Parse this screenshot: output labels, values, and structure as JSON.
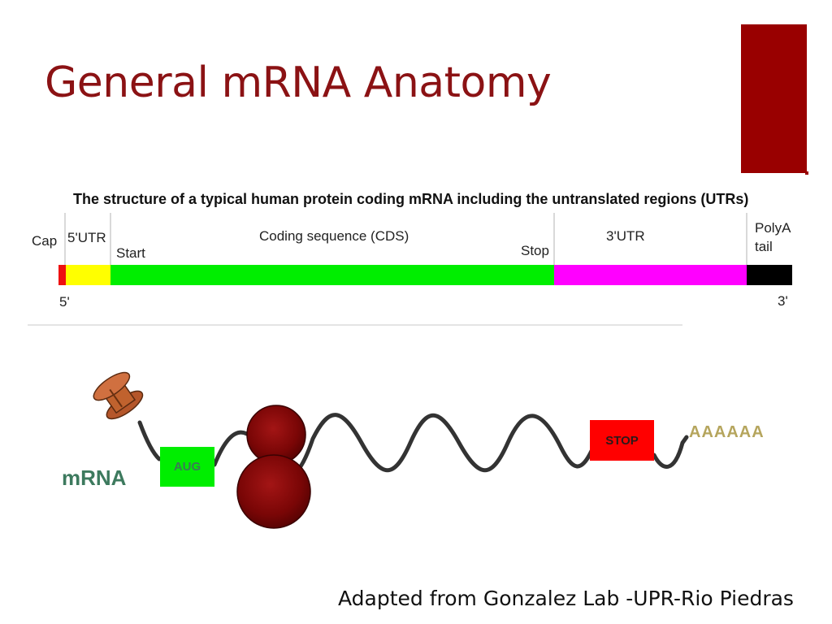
{
  "slide": {
    "title": "General mRNA Anatomy",
    "credit": "Adapted from Gonzalez Lab -UPR-Rio Piedras"
  },
  "structure": {
    "caption": "The structure of a typical human protein coding mRNA including the untranslated regions (UTRs)",
    "segments": [
      {
        "label": "Cap",
        "color": "#ee1111"
      },
      {
        "label": "5'UTR",
        "color": "#ffff00"
      },
      {
        "label": "Coding sequence (CDS)",
        "color": "#00ee00"
      },
      {
        "label": "3'UTR",
        "color": "#ff00ff"
      },
      {
        "label": "PolyA tail",
        "color": "#000000"
      }
    ],
    "start_label": "Start",
    "stop_label": "Stop",
    "polya_line1": "PolyA",
    "polya_line2": "tail",
    "five_prime": "5'",
    "three_prime": "3'"
  },
  "translation": {
    "mrna_label": "mRNA",
    "aug_label": "AUG",
    "stop_label": "STOP",
    "polya_label": "AAAAAA",
    "colors": {
      "cap": "#b5562a",
      "ribosome": "#8b0a0a",
      "strand": "#333333",
      "aug": "#00ee00",
      "stop": "#ff0000"
    }
  }
}
